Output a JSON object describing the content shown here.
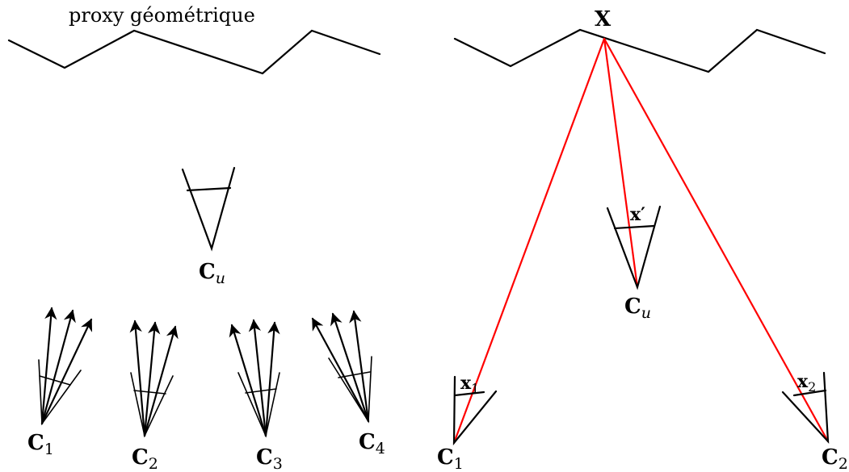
{
  "left_panel": {
    "proxy_label": "proxy géométrique",
    "unstructured_camera": {
      "symbol": "C",
      "subscript": "u"
    },
    "input_cameras": [
      {
        "symbol": "C",
        "subscript": "1"
      },
      {
        "symbol": "C",
        "subscript": "2"
      },
      {
        "symbol": "C",
        "subscript": "3"
      },
      {
        "symbol": "C",
        "subscript": "4"
      }
    ]
  },
  "right_panel": {
    "point_label": "X",
    "virtual_camera": {
      "symbol": "C",
      "subscript": "u",
      "projection": "x′"
    },
    "input_cameras": [
      {
        "symbol": "C",
        "subscript": "1",
        "projection": "x",
        "projection_subscript": "1"
      },
      {
        "symbol": "C",
        "subscript": "2",
        "projection": "x",
        "projection_subscript": "2"
      }
    ],
    "ray_color": "#ff0000"
  }
}
